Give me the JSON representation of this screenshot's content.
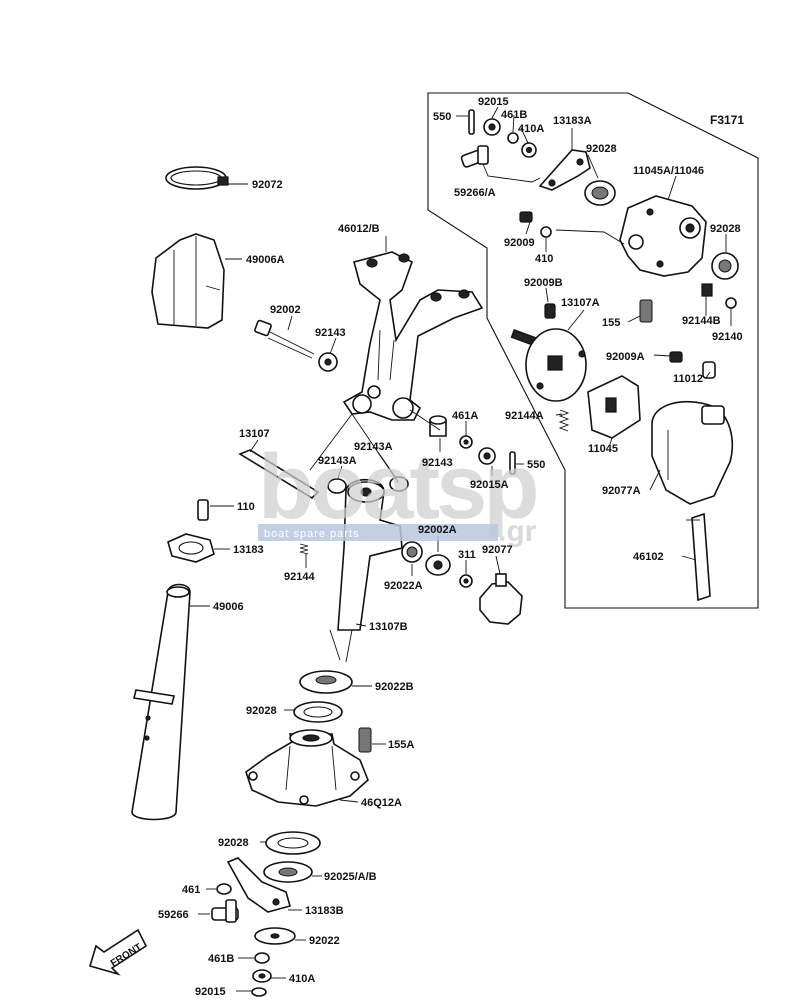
{
  "figure_code": "F3171",
  "front_label": "FRONT",
  "watermark": {
    "brand": "boatsp",
    "tld": ".gr",
    "tagline": "boat spare parts"
  },
  "callouts": {
    "p550_top": "550",
    "p92015_top": "92015",
    "p461B_top": "461B",
    "p410A_top": "410A",
    "p13183A": "13183A",
    "p92028_top": "92028",
    "p59266A": "59266/A",
    "p11045A": "11045A/11046",
    "p92009_top": "92009",
    "p410_top": "410",
    "p92028_right": "92028",
    "p92009B": "92009B",
    "p13107A": "13107A",
    "p155_top": "155",
    "p92144B": "92144B",
    "p92140": "92140",
    "p92009A": "92009A",
    "p11012": "11012",
    "p92144A": "92144A",
    "p11045": "11045",
    "p92077A": "92077A",
    "p46102": "46102",
    "p92072": "92072",
    "p46012B": "46012/B",
    "p49006A": "49006A",
    "p92002": "92002",
    "p92143_upper": "92143",
    "p461A": "461A",
    "p92143_mid": "92143",
    "p92143A_right": "92143A",
    "p92143A_left": "92143A",
    "p13107": "13107",
    "p92015A": "92015A",
    "p550_mid": "550",
    "p110": "110",
    "p92002A": "92002A",
    "p13183": "13183",
    "p92144": "92144",
    "p311": "311",
    "p92077": "92077",
    "p92022A": "92022A",
    "p49006": "49006",
    "p13107B": "13107B",
    "p92022B": "92022B",
    "p92028_low": "92028",
    "p155A": "155A",
    "p46012A": "46Q12A",
    "p92028_bottom": "92028",
    "p92025": "92025/A/B",
    "p461_bottom": "461",
    "p13183B": "13183B",
    "p59266_bottom": "59266",
    "p92022_bottom": "92022",
    "p461B_bottom": "461B",
    "p410A_bottom": "410A",
    "p92015_bottom": "92015"
  }
}
